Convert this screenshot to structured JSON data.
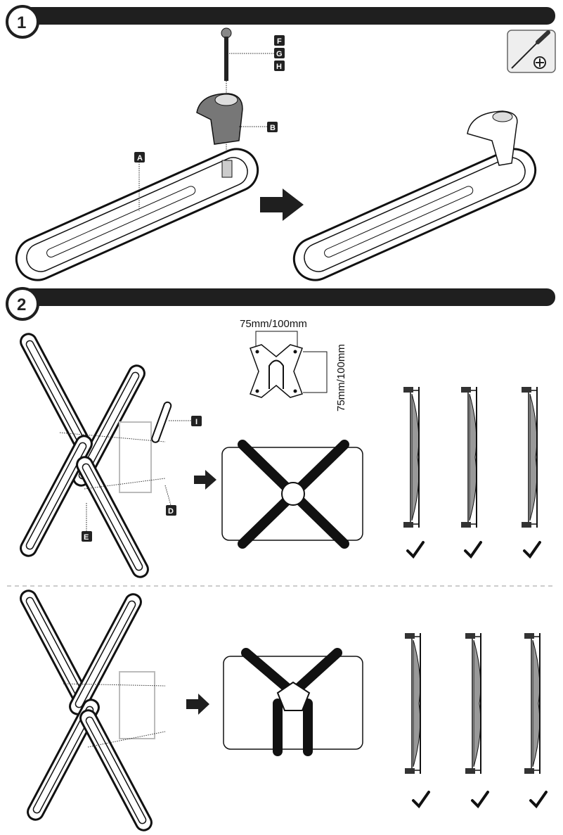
{
  "steps": [
    {
      "number": "1"
    },
    {
      "number": "2"
    }
  ],
  "tool_icon": "phillips-screwdriver-icon",
  "labels": {
    "F": "F",
    "G": "G",
    "H": "H",
    "A": "A",
    "B": "B",
    "I": "I",
    "D": "D",
    "E": "E"
  },
  "dimensions": {
    "horizontal": "75mm/100mm",
    "vertical": "75mm/100mm"
  },
  "colors": {
    "bar": "#1f1f1f",
    "label_bg": "#222222",
    "part_gray": "#9a9a9a"
  }
}
